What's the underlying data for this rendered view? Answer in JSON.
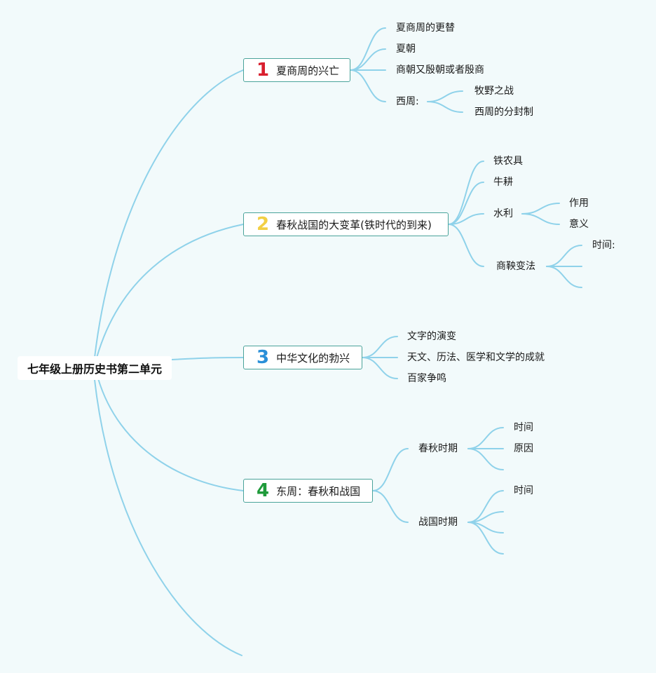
{
  "root": {
    "label": "七年级上册历史书第二单元"
  },
  "colors": {
    "line": "#8fd2ea",
    "topic_border": "#4aa39a",
    "num1": "#d91f2e",
    "num2": "#f2cf44",
    "num3": "#2a8fd8",
    "num4": "#1f9a3a"
  },
  "topics": [
    {
      "num": "1",
      "label": "夏商周的兴亡",
      "children": [
        "夏商周的更替",
        "夏朝",
        "商朝又殷朝或者殷商",
        "西周:"
      ],
      "xizhou_children": [
        "牧野之战",
        "西周的分封制"
      ]
    },
    {
      "num": "2",
      "label": "春秋战国的大变革(铁时代的到来)",
      "children": [
        "铁农具",
        "牛耕",
        "水利",
        "商鞅变法"
      ],
      "shuili_children": [
        "作用",
        "意义"
      ],
      "shangyang_children": [
        "时间:",
        "",
        ""
      ]
    },
    {
      "num": "3",
      "label": "中华文化的勃兴",
      "children": [
        "文字的演变",
        "天文、历法、医学和文学的成就",
        "百家争鸣"
      ]
    },
    {
      "num": "4",
      "label": "东周：春秋和战国",
      "children": [
        "春秋时期",
        "战国时期"
      ],
      "chunqiu_children": [
        "时间",
        "原因",
        ""
      ],
      "zhanguo_children": [
        "时间",
        "",
        "",
        ""
      ]
    }
  ]
}
